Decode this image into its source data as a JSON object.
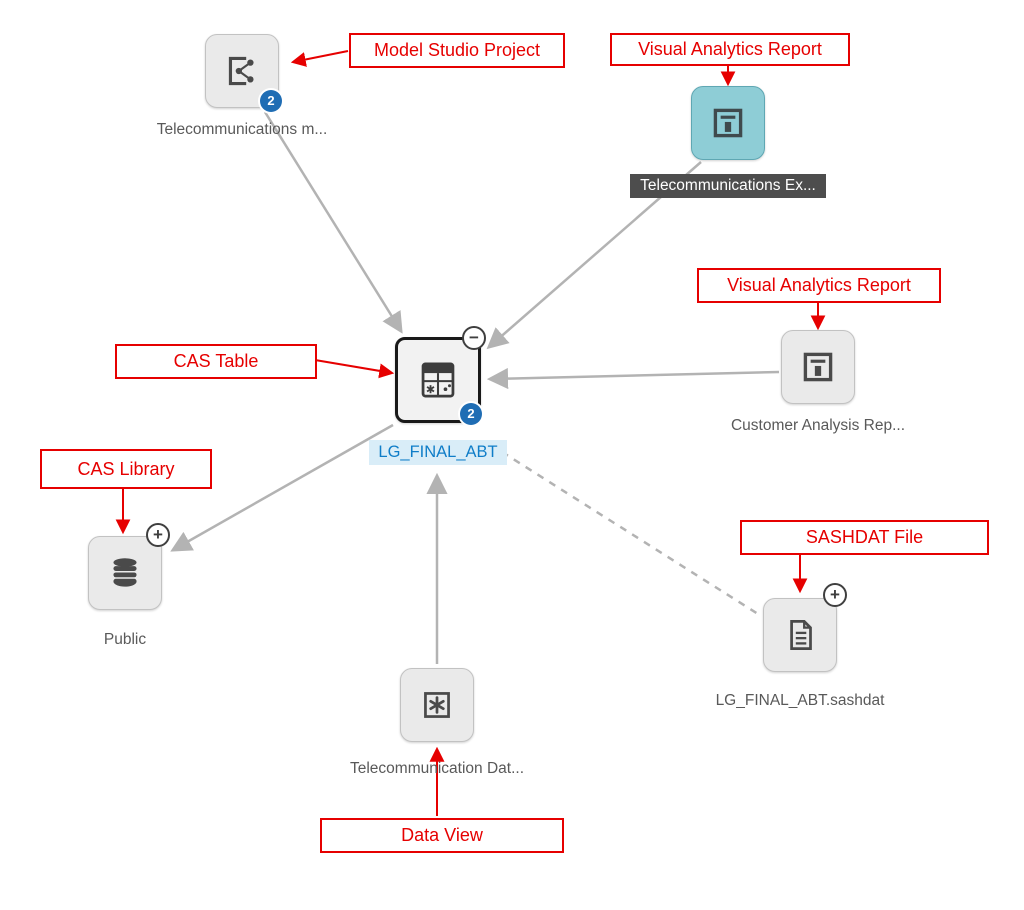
{
  "colors": {
    "annotation_red": "#e60000",
    "edge_gray": "#b3b3b3",
    "badge_blue": "#1f6db4",
    "selected_label_text": "#0f7dc8",
    "selected_label_bg": "#d9edf8",
    "va_teal": "#8ecdd6",
    "icon_bg_gray": "#eaeaea",
    "glyph_dark": "#4a4a4a",
    "dark_label_bg": "#4d4d4d"
  },
  "nodes": {
    "model_studio": {
      "label": "Telecommunications m...",
      "badge": "2"
    },
    "va_top": {
      "label": "Telecommunications Ex..."
    },
    "va_right": {
      "label": "Customer Analysis Rep..."
    },
    "cas_table": {
      "label": "LG_FINAL_ABT",
      "badge": "2"
    },
    "cas_library": {
      "label": "Public"
    },
    "sashdat": {
      "label": "LG_FINAL_ABT.sashdat"
    },
    "data_view": {
      "label": "Telecommunication Dat..."
    }
  },
  "annotations": {
    "model_studio": "Model Studio Project",
    "va_top": "Visual Analytics Report",
    "va_right": "Visual Analytics Report",
    "cas_table": "CAS Table",
    "cas_library": "CAS Library",
    "sashdat": "SASHDAT File",
    "data_view": "Data View"
  }
}
